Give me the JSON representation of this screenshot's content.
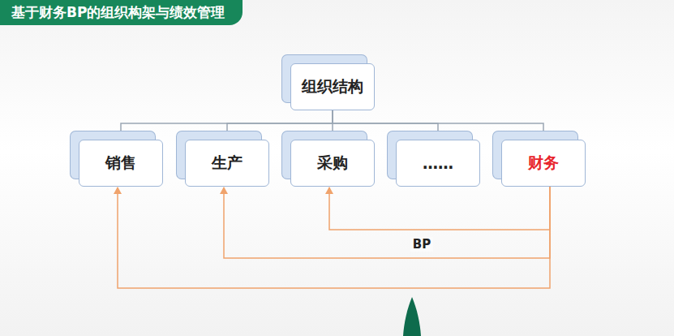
{
  "diagram": {
    "title": "基于财务BP的组织构架与绩效管理",
    "nodes": [
      {
        "text": [
          "组织结构"
        ]
      },
      {
        "text": [
          "销售"
        ]
      },
      {
        "text": [
          "生产"
        ]
      },
      {
        "text": [
          "采购"
        ]
      },
      {
        "text": [
          "……"
        ]
      },
      {
        "text": [
          "财务"
        ]
      }
    ],
    "edges": [
      {
        "from": 0,
        "to": 1,
        "arrow": "none"
      },
      {
        "from": 0,
        "to": 2,
        "arrow": "none"
      },
      {
        "from": 0,
        "to": 3,
        "arrow": "none"
      },
      {
        "from": 0,
        "to": 4,
        "arrow": "none"
      },
      {
        "from": 0,
        "to": 5,
        "arrow": "none"
      },
      {
        "from": 5,
        "to": 1,
        "arrow": "to"
      },
      {
        "from": 5,
        "to": 2,
        "arrow": "to"
      },
      {
        "from": 5,
        "to": 3,
        "arrow": "to"
      }
    ],
    "labels": [
      "BP"
    ]
  }
}
